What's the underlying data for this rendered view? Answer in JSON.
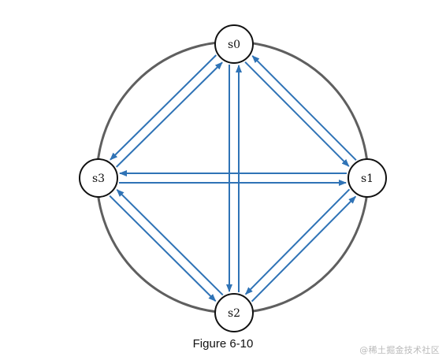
{
  "diagram": {
    "nodes": [
      {
        "id": "s0",
        "label": "s0"
      },
      {
        "id": "s1",
        "label": "s1"
      },
      {
        "id": "s2",
        "label": "s2"
      },
      {
        "id": "s3",
        "label": "s3"
      }
    ],
    "edges": [
      {
        "from": "s0",
        "to": "s1"
      },
      {
        "from": "s1",
        "to": "s0"
      },
      {
        "from": "s0",
        "to": "s2"
      },
      {
        "from": "s2",
        "to": "s0"
      },
      {
        "from": "s0",
        "to": "s3"
      },
      {
        "from": "s3",
        "to": "s0"
      },
      {
        "from": "s1",
        "to": "s2"
      },
      {
        "from": "s2",
        "to": "s1"
      },
      {
        "from": "s1",
        "to": "s3"
      },
      {
        "from": "s3",
        "to": "s1"
      },
      {
        "from": "s2",
        "to": "s3"
      },
      {
        "from": "s3",
        "to": "s2"
      }
    ],
    "colors": {
      "arrow": "#2f73b6",
      "ring": "#5f5f5f",
      "node_stroke": "#111111",
      "node_fill": "#ffffff"
    }
  },
  "caption": "Figure 6-10",
  "watermark": "@稀土掘金技术社区"
}
